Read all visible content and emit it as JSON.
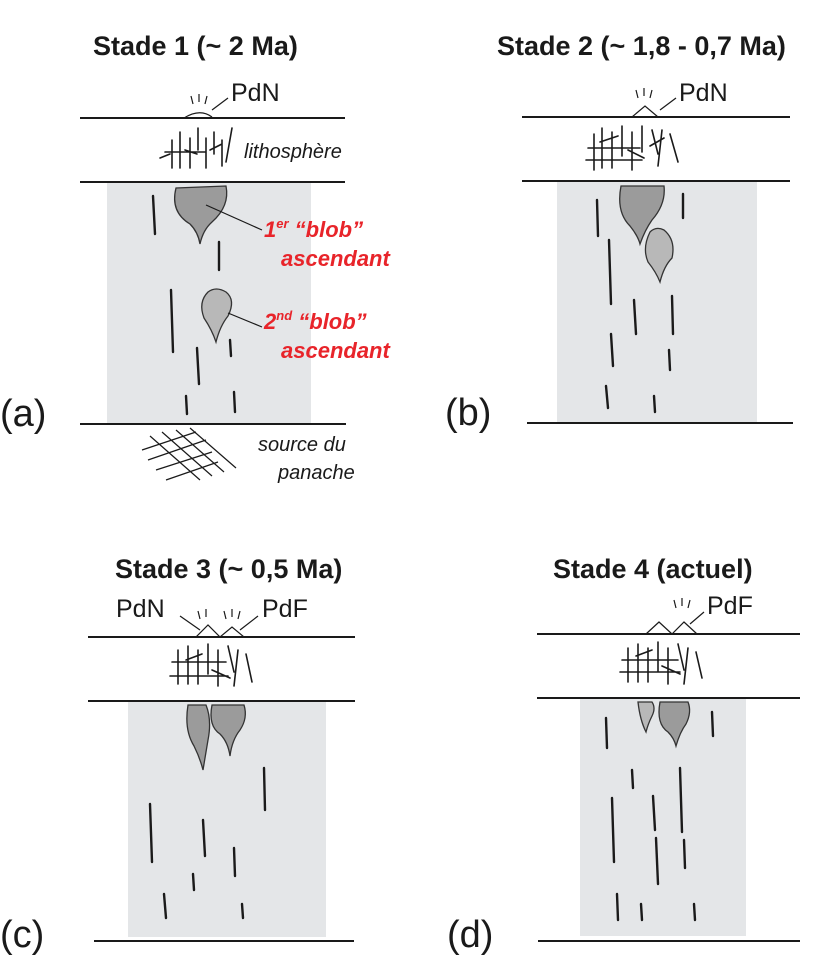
{
  "panels": {
    "a": {
      "letter": "(a)",
      "title": "Stade 1 (~ 2 Ma)",
      "volcano": "PdN",
      "lithosphere_label": "lithosphère",
      "blob1_line1": "1er “blob”",
      "blob1_sup": "er",
      "blob1_num": "1",
      "blob1_word": " “blob”",
      "blob1_line2": "ascendant",
      "blob2_num": "2",
      "blob2_sup": "nd",
      "blob2_word": " “blob”",
      "blob2_line2": "ascendant",
      "source_line1": "source du",
      "source_line2": "panache"
    },
    "b": {
      "letter": "(b)",
      "title": "Stade 2 (~ 1,8 - 0,7 Ma)",
      "volcano": "PdN"
    },
    "c": {
      "letter": "(c)",
      "title": "Stade 3 (~ 0,5 Ma)",
      "volcano_left": "PdN",
      "volcano_right": "PdF"
    },
    "d": {
      "letter": "(d)",
      "title": "Stade 4 (actuel)",
      "volcano": "PdF"
    }
  },
  "colors": {
    "plume_column": "#e4e6e8",
    "blob_fill": "#9b9b9b",
    "annotation_red": "#e8242a"
  }
}
